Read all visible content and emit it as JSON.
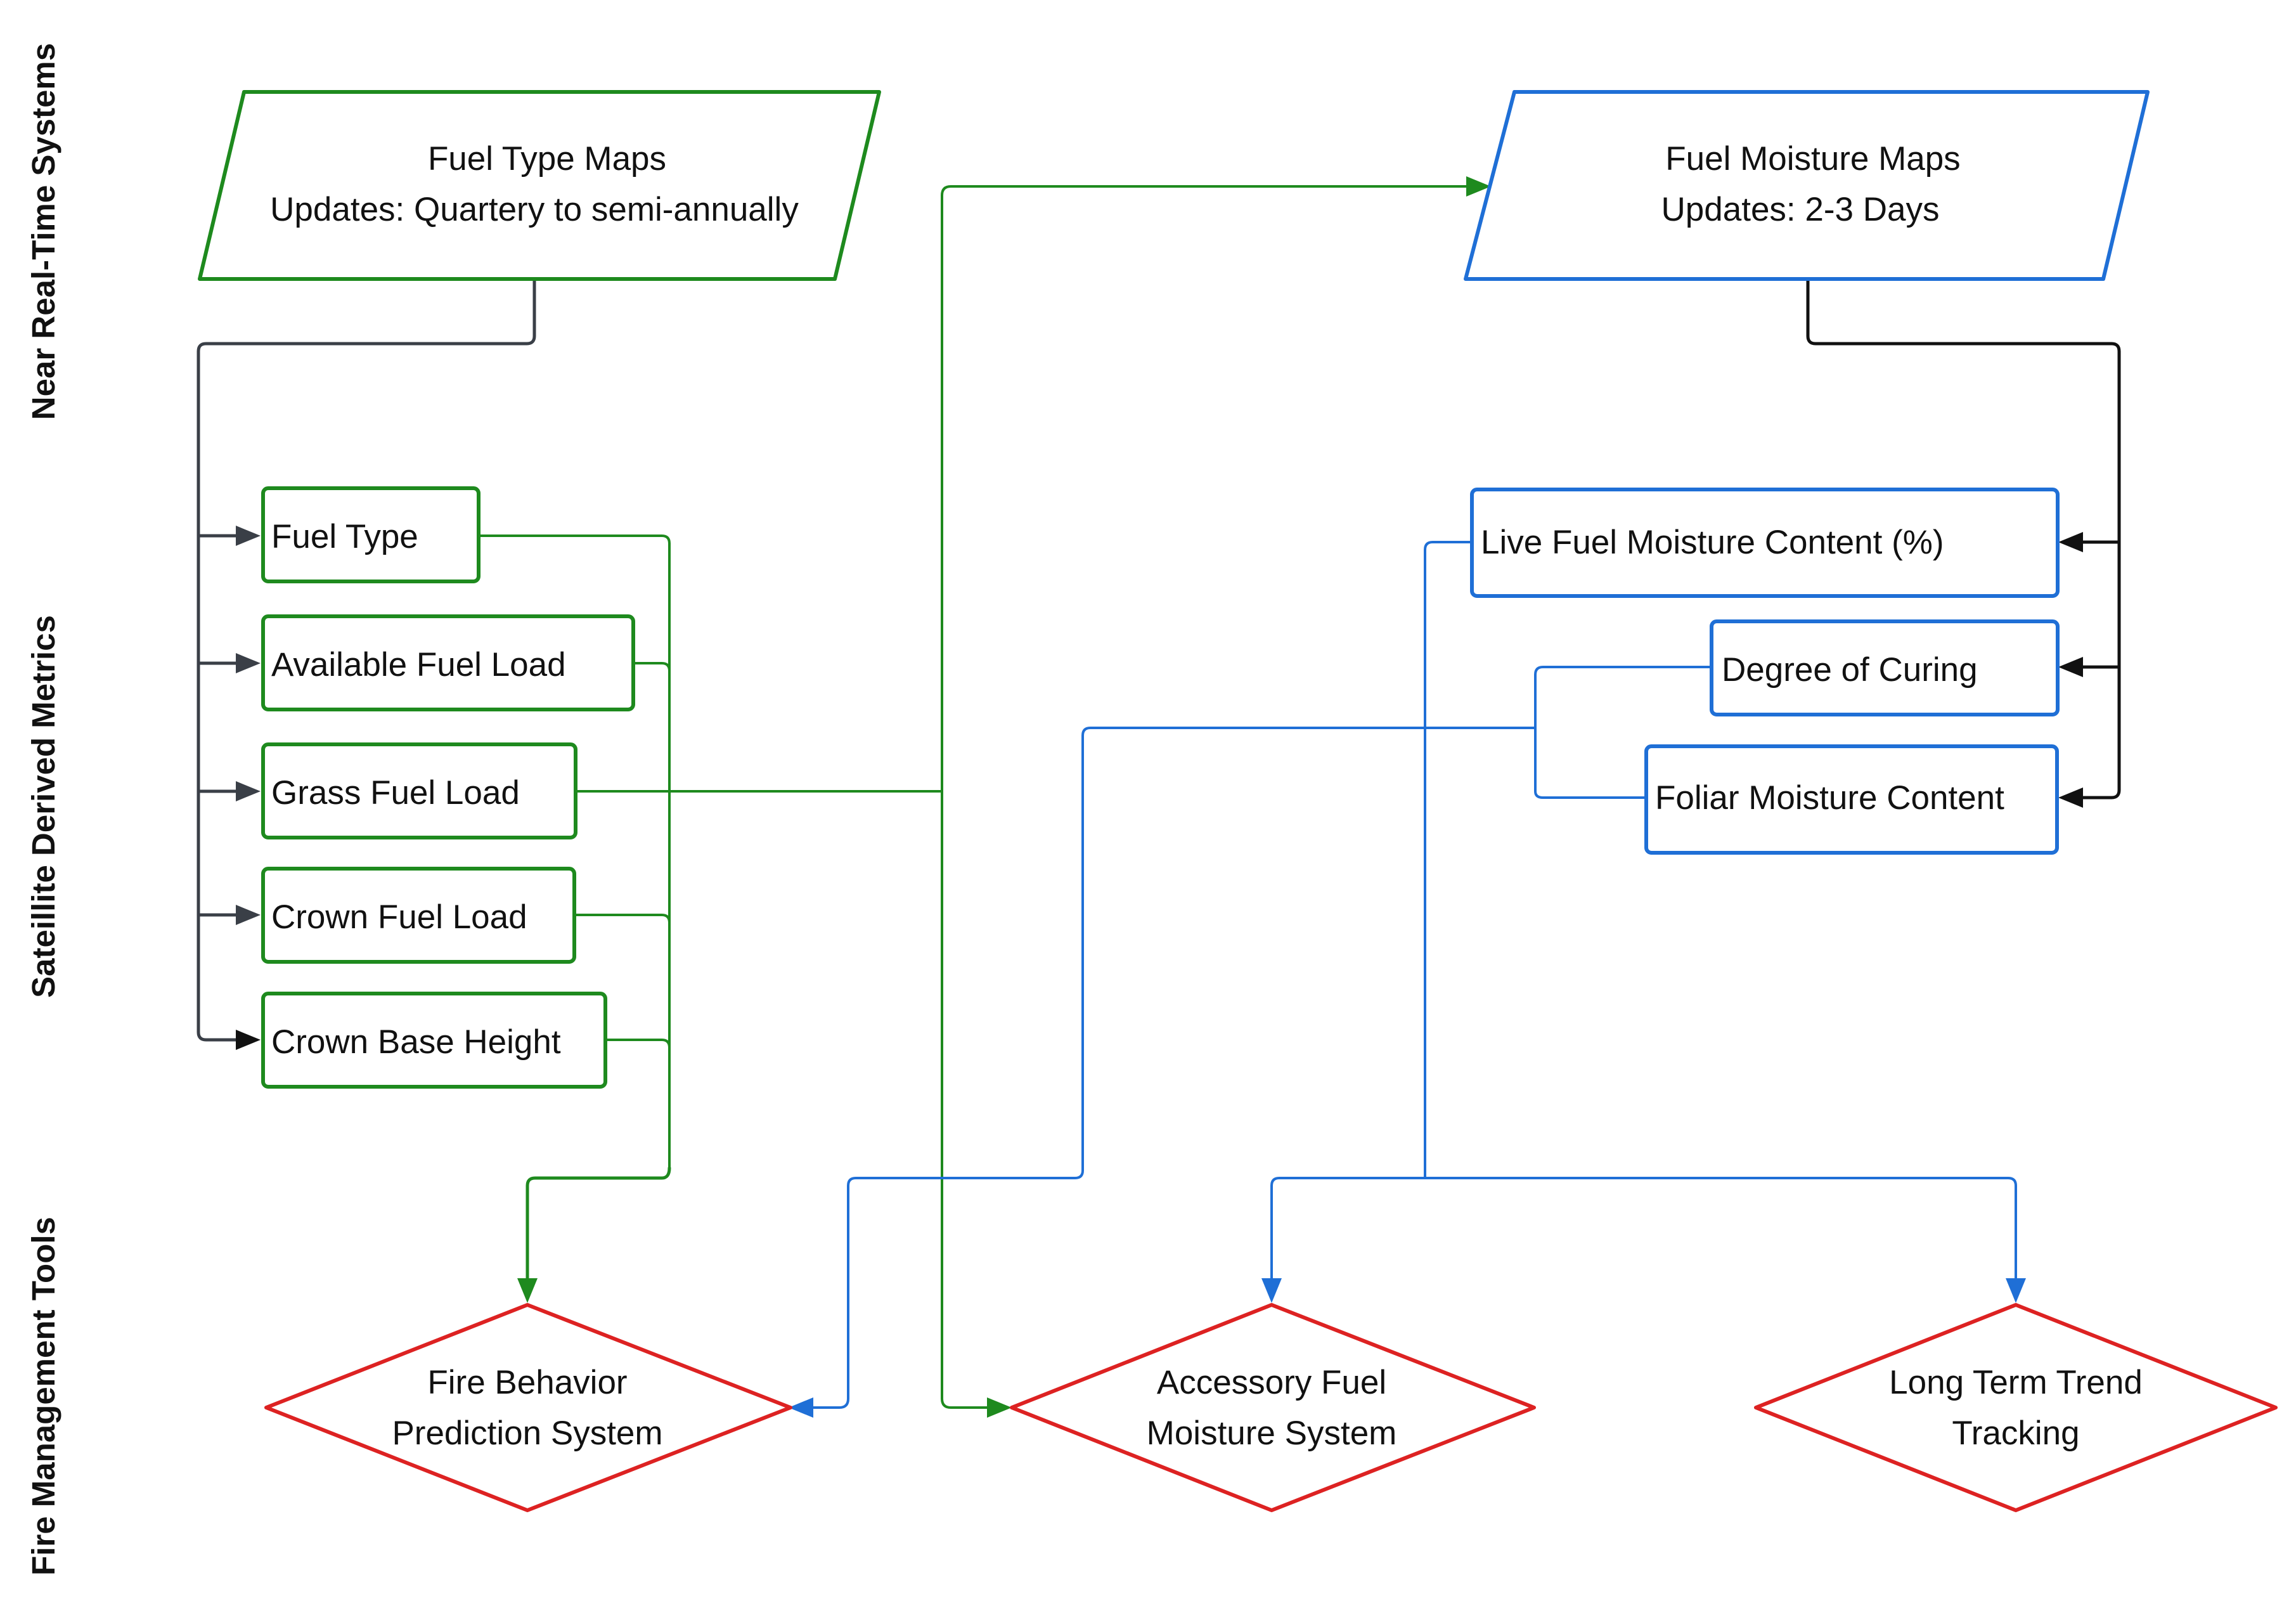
{
  "lanes": {
    "near_real_time": "Near Real-Time Systems",
    "satellite_metrics": "Sateillite Derived Metrics",
    "fire_tools": "Fire Management Tools"
  },
  "sources": {
    "fuel_type_maps": {
      "line1": "Fuel Type Maps",
      "line2": "Updates: Quartery to semi-annually"
    },
    "fuel_moisture_maps": {
      "line1": "Fuel Moisture Maps",
      "line2": "Updates: 2-3 Days"
    }
  },
  "fuel_metrics": {
    "fuel_type": "Fuel Type",
    "available_fuel_load": "Available Fuel Load",
    "grass_fuel_load": "Grass Fuel Load",
    "crown_fuel_load": "Crown Fuel Load",
    "crown_base_height": "Crown Base Height"
  },
  "moisture_metrics": {
    "live_fuel_moisture": "Live Fuel Moisture Content (%)",
    "degree_of_curing": "Degree of Curing",
    "foliar_moisture": "Foliar Moisture Content"
  },
  "tools": {
    "fire_behavior": {
      "line1": "Fire Behavior",
      "line2": "Prediction System"
    },
    "accessory_fuel": {
      "line1": "Accessory Fuel",
      "line2": "Moisture System"
    },
    "long_term_trend": {
      "line1": "Long Term Trend",
      "line2": "Tracking"
    }
  },
  "colors": {
    "fuel_type_path": "#1e8a1e",
    "fuel_moisture_path": "#1f6fd6",
    "tools": "#dd2222",
    "connector": "#111111"
  }
}
